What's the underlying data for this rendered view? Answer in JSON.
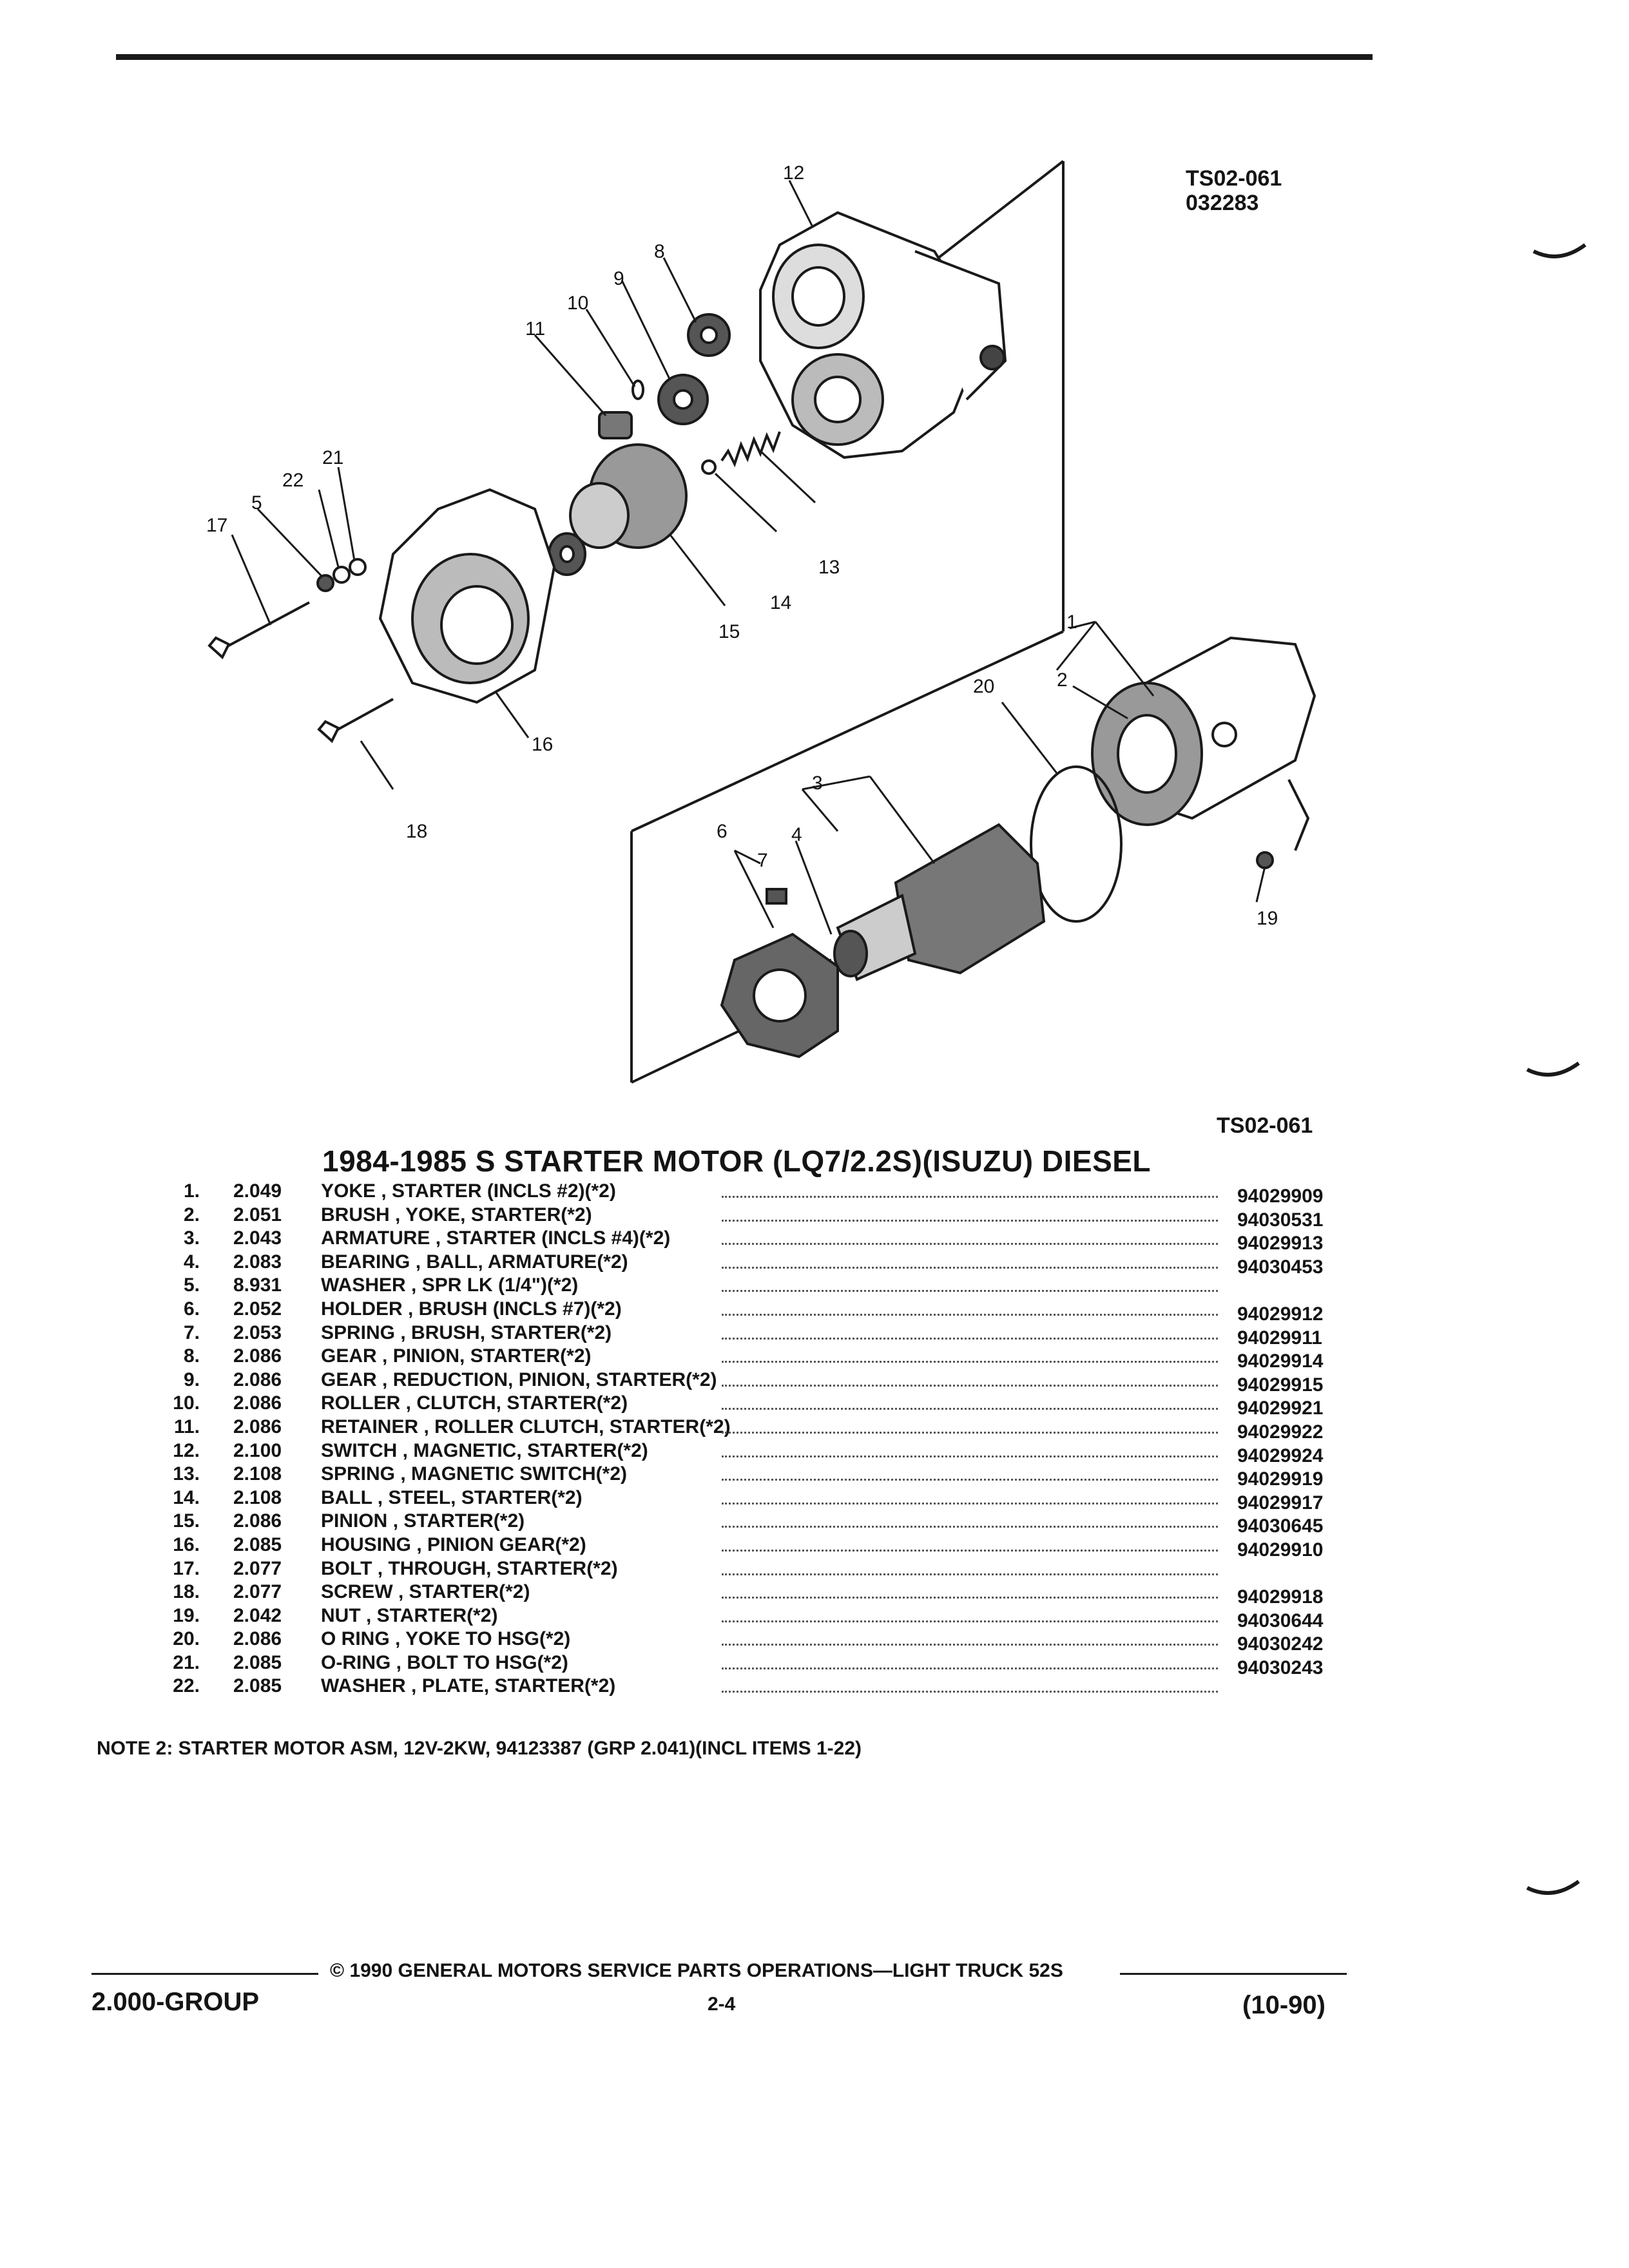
{
  "header": {
    "ref_code": "TS02-061",
    "ref_date": "032283",
    "ref_code_bottom": "TS02-061"
  },
  "diagram": {
    "callouts": [
      "1",
      "2",
      "3",
      "4",
      "5",
      "6",
      "7",
      "8",
      "9",
      "10",
      "11",
      "12",
      "13",
      "14",
      "15",
      "16",
      "17",
      "18",
      "19",
      "20",
      "21",
      "22"
    ]
  },
  "title": "1984-1985 S STARTER MOTOR (LQ7/2.2S)(ISUZU) DIESEL",
  "parts": [
    {
      "num": "1.",
      "group": "2.049",
      "name": "YOKE",
      "desc": ", STARTER (INCLS #2)(*2)",
      "part": "94029909"
    },
    {
      "num": "2.",
      "group": "2.051",
      "name": "BRUSH",
      "desc": ", YOKE, STARTER(*2)",
      "part": "94030531"
    },
    {
      "num": "3.",
      "group": "2.043",
      "name": "ARMATURE",
      "desc": ", STARTER (INCLS #4)(*2)",
      "part": "94029913"
    },
    {
      "num": "4.",
      "group": "2.083",
      "name": "BEARING",
      "desc": ", BALL, ARMATURE(*2)",
      "part": "94030453"
    },
    {
      "num": "5.",
      "group": "8.931",
      "name": "WASHER",
      "desc": ", SPR LK (1/4\")(*2)",
      "part": ""
    },
    {
      "num": "6.",
      "group": "2.052",
      "name": "HOLDER",
      "desc": ", BRUSH (INCLS #7)(*2)",
      "part": "94029912"
    },
    {
      "num": "7.",
      "group": "2.053",
      "name": "SPRING",
      "desc": ", BRUSH, STARTER(*2)",
      "part": "94029911"
    },
    {
      "num": "8.",
      "group": "2.086",
      "name": "GEAR",
      "desc": ", PINION, STARTER(*2)",
      "part": "94029914"
    },
    {
      "num": "9.",
      "group": "2.086",
      "name": "GEAR",
      "desc": ", REDUCTION, PINION, STARTER(*2)",
      "part": "94029915"
    },
    {
      "num": "10.",
      "group": "2.086",
      "name": "ROLLER",
      "desc": ", CLUTCH, STARTER(*2)",
      "part": "94029921"
    },
    {
      "num": "11.",
      "group": "2.086",
      "name": "RETAINER",
      "desc": ", ROLLER CLUTCH, STARTER(*2)",
      "part": "94029922"
    },
    {
      "num": "12.",
      "group": "2.100",
      "name": "SWITCH",
      "desc": ", MAGNETIC, STARTER(*2)",
      "part": "94029924"
    },
    {
      "num": "13.",
      "group": "2.108",
      "name": "SPRING",
      "desc": ", MAGNETIC SWITCH(*2)",
      "part": "94029919"
    },
    {
      "num": "14.",
      "group": "2.108",
      "name": "BALL",
      "desc": ", STEEL, STARTER(*2)",
      "part": "94029917"
    },
    {
      "num": "15.",
      "group": "2.086",
      "name": "PINION",
      "desc": ", STARTER(*2)",
      "part": "94030645"
    },
    {
      "num": "16.",
      "group": "2.085",
      "name": "HOUSING",
      "desc": ", PINION GEAR(*2)",
      "part": "94029910"
    },
    {
      "num": "17.",
      "group": "2.077",
      "name": "BOLT",
      "desc": ", THROUGH, STARTER(*2)",
      "part": ""
    },
    {
      "num": "18.",
      "group": "2.077",
      "name": "SCREW",
      "desc": ", STARTER(*2)",
      "part": "94029918"
    },
    {
      "num": "19.",
      "group": "2.042",
      "name": "NUT",
      "desc": ", STARTER(*2)",
      "part": "94030644"
    },
    {
      "num": "20.",
      "group": "2.086",
      "name": "O RING",
      "desc": ", YOKE TO HSG(*2)",
      "part": "94030242"
    },
    {
      "num": "21.",
      "group": "2.085",
      "name": "O-RING",
      "desc": ", BOLT TO HSG(*2)",
      "part": "94030243"
    },
    {
      "num": "22.",
      "group": "2.085",
      "name": "WASHER",
      "desc": ", PLATE, STARTER(*2)",
      "part": ""
    }
  ],
  "note": "NOTE  2:  STARTER MOTOR ASM, 12V-2KW, 94123387 (GRP 2.041)(INCL ITEMS 1-22)",
  "footer": {
    "copyright": "© 1990  GENERAL MOTORS SERVICE PARTS OPERATIONS—LIGHT TRUCK 52S",
    "group": "2.000-GROUP",
    "page": "2-4",
    "date": "(10-90)"
  }
}
